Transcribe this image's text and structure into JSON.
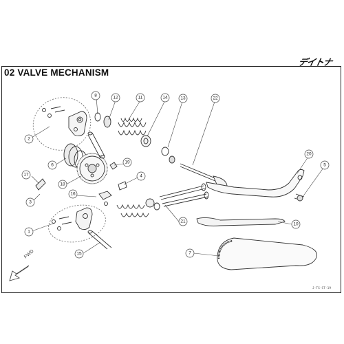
{
  "brand_logo": "デイトナ",
  "title": "02 VALVE MECHANISM",
  "fwd_label": "FWD",
  "diagram_code": "J-TS-ST-19",
  "callouts": [
    "8",
    "12",
    "11",
    "14",
    "13",
    "22",
    "2",
    "6",
    "17",
    "3",
    "18",
    "19",
    "4",
    "16",
    "20",
    "5",
    "1",
    "15",
    "21",
    "10",
    "7"
  ]
}
